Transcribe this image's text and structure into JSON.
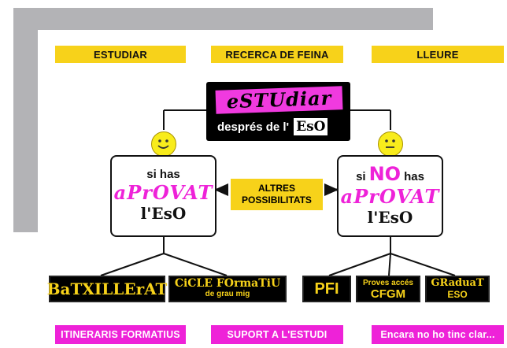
{
  "nav_top": {
    "estudiar": "ESTUDIAR",
    "recerca": "RECERCA DE  FEINA",
    "lleure": "LLEURE"
  },
  "center_title": {
    "main": "eSTUdiar",
    "sub_prefix": "després de l'",
    "sub_eso": "EsO"
  },
  "left_branch": {
    "si_has": "si has",
    "aprovat": "aPrOVAT",
    "eso": "l'EsO"
  },
  "right_branch": {
    "si": "si",
    "no": "NO",
    "has": "has",
    "aprovat": "aPrOVAT",
    "eso": "l'EsO"
  },
  "altres": {
    "line1": "ALTRES",
    "line2": "POSSIBILITATS"
  },
  "options": {
    "batxillerat": "BaTXILLErAT",
    "cicle_main": "CiCLE FOrmaTiU",
    "cicle_sub": "de grau mig",
    "pfi": "PFI",
    "proves_top": "Proves accés",
    "proves_main": "CFGM",
    "graduat_top": "GRaduaT",
    "graduat_main": "ESO"
  },
  "nav_bottom": {
    "itineraris": "ITINERARIS FORMATIUS",
    "suport": "SUPORT A L'ESTUDI",
    "encara": "Encara no ho tinc clar..."
  },
  "colors": {
    "yellow": "#f7d21a",
    "magenta": "#ee22d8",
    "frame_gray": "#b3b3b6"
  }
}
